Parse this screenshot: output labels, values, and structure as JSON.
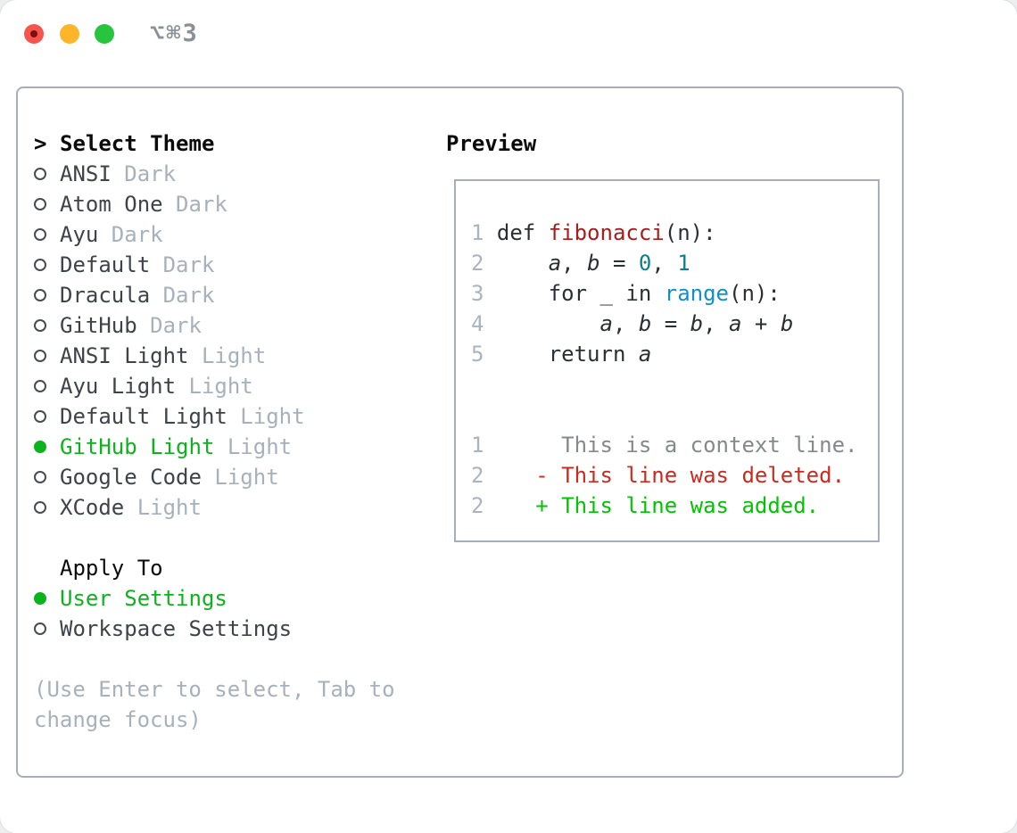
{
  "window": {
    "title": "⌥⌘3"
  },
  "colors": {
    "selection_green": "#0db31c",
    "added_green": "#00c400",
    "deleted_red": "#cb2a20",
    "function_red": "#a81c1c",
    "builtin_blue": "#0d8fd0",
    "number_teal": "#0f7f87",
    "muted_gray": "#a7b1bc",
    "border_gray": "#a6aeb9",
    "traffic_red": "#f5554c",
    "traffic_yellow": "#fdb52a",
    "traffic_green": "#27c53d"
  },
  "theme_list": {
    "prompt": ">",
    "header": "Select Theme",
    "items": [
      {
        "name": "ANSI",
        "variant": "Dark",
        "selected": false
      },
      {
        "name": "Atom One",
        "variant": "Dark",
        "selected": false
      },
      {
        "name": "Ayu",
        "variant": "Dark",
        "selected": false
      },
      {
        "name": "Default",
        "variant": "Dark",
        "selected": false
      },
      {
        "name": "Dracula",
        "variant": "Dark",
        "selected": false
      },
      {
        "name": "GitHub",
        "variant": "Dark",
        "selected": false
      },
      {
        "name": "ANSI Light",
        "variant": "Light",
        "selected": false
      },
      {
        "name": "Ayu Light",
        "variant": "Light",
        "selected": false
      },
      {
        "name": "Default Light",
        "variant": "Light",
        "selected": false
      },
      {
        "name": "GitHub Light",
        "variant": "Light",
        "selected": true
      },
      {
        "name": "Google Code",
        "variant": "Light",
        "selected": false
      },
      {
        "name": "XCode",
        "variant": "Light",
        "selected": false
      }
    ]
  },
  "apply_to": {
    "header": "Apply To",
    "items": [
      {
        "name": "User Settings",
        "selected": true
      },
      {
        "name": "Workspace Settings",
        "selected": false
      }
    ]
  },
  "hint": {
    "line1": "(Use Enter to select, Tab to",
    "line2": "change focus)"
  },
  "preview": {
    "header": "Preview",
    "code_lines": [
      {
        "num": "1",
        "segments": [
          {
            "t": "def ",
            "s": "code"
          },
          {
            "t": "fibonacci",
            "s": "func"
          },
          {
            "t": "(n):",
            "s": "code"
          }
        ]
      },
      {
        "num": "2",
        "segments": [
          {
            "t": "    ",
            "s": "code"
          },
          {
            "t": "a",
            "s": "var"
          },
          {
            "t": ", ",
            "s": "code"
          },
          {
            "t": "b",
            "s": "var"
          },
          {
            "t": " = ",
            "s": "code"
          },
          {
            "t": "0",
            "s": "numlit"
          },
          {
            "t": ", ",
            "s": "code"
          },
          {
            "t": "1",
            "s": "numlit"
          }
        ]
      },
      {
        "num": "3",
        "segments": [
          {
            "t": "    for _ in ",
            "s": "code"
          },
          {
            "t": "range",
            "s": "builtin"
          },
          {
            "t": "(n):",
            "s": "code"
          }
        ]
      },
      {
        "num": "4",
        "segments": [
          {
            "t": "        ",
            "s": "code"
          },
          {
            "t": "a",
            "s": "var"
          },
          {
            "t": ", ",
            "s": "code"
          },
          {
            "t": "b",
            "s": "var"
          },
          {
            "t": " = ",
            "s": "code"
          },
          {
            "t": "b",
            "s": "var"
          },
          {
            "t": ", ",
            "s": "code"
          },
          {
            "t": "a",
            "s": "var"
          },
          {
            "t": " + ",
            "s": "code"
          },
          {
            "t": "b",
            "s": "var"
          }
        ]
      },
      {
        "num": "5",
        "segments": [
          {
            "t": "    return ",
            "s": "code"
          },
          {
            "t": "a",
            "s": "var"
          }
        ]
      }
    ],
    "diff_lines": [
      {
        "num": "1",
        "marker": " ",
        "text": "This is a context line.",
        "style": "ctx"
      },
      {
        "num": "2",
        "marker": "-",
        "text": "This line was deleted.",
        "style": "del"
      },
      {
        "num": "2",
        "marker": "+",
        "text": "This line was added.",
        "style": "add"
      }
    ]
  }
}
